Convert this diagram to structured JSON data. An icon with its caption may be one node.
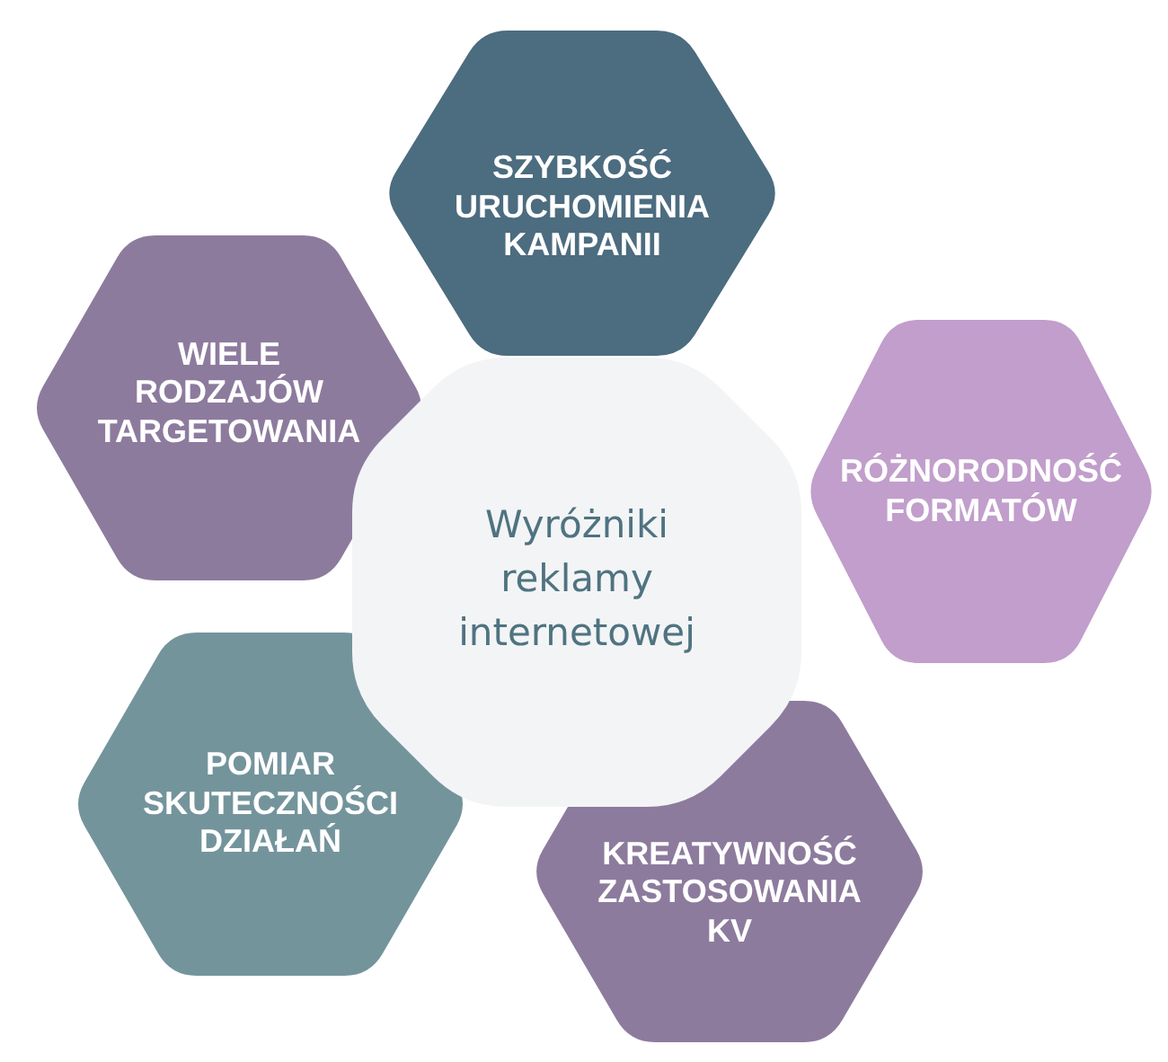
{
  "diagram": {
    "nodes": [
      {
        "text": [
          "SZYBKOŚĆ URUCHOMIENIA KAMPANII"
        ]
      },
      {
        "text": [
          "WIELE RODZAJÓW TARGETOWANIA"
        ]
      },
      {
        "text": [
          "RÓŻNORODNOŚĆ FORMATÓW"
        ]
      },
      {
        "text": [
          "Wyróżniki reklamy internetowej"
        ]
      },
      {
        "text": [
          "POMIAR SKUTECZNOŚCI DZIAŁAŃ"
        ]
      },
      {
        "text": [
          "KREATYWNOŚĆ ZASTOSOWANIA KV"
        ]
      }
    ]
  }
}
